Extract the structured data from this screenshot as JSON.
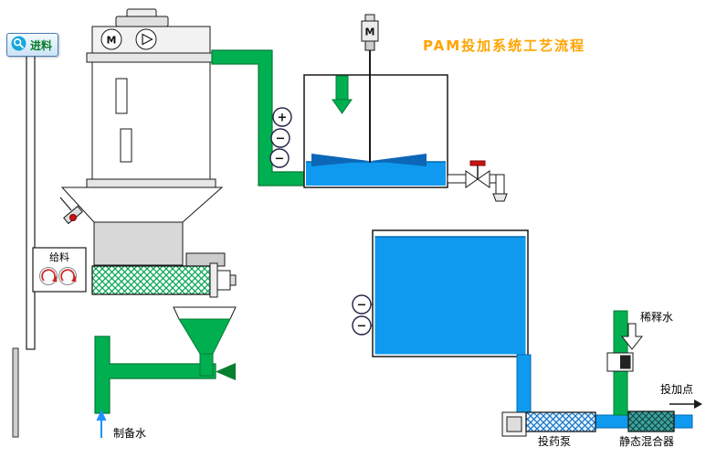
{
  "title": "PAM投加系统工艺流程",
  "feed_button": {
    "label": "进料"
  },
  "labels": {
    "feeder_panel": "给料",
    "prep_water": "制备水",
    "dilution_water": "稀释水",
    "dosing_point": "投加点",
    "dosing_pump": "投药泵",
    "static_mixer": "静态混合器"
  },
  "symbols": {
    "motor": "M",
    "mix_gauges": [
      "+",
      "−",
      "−"
    ],
    "storage_gauges": [
      "−",
      "−"
    ]
  },
  "colors": {
    "pipe_green": "#00B050",
    "pipe_green_dark": "#067A36",
    "water_blue": "#0F9AF0",
    "water_blue_dark": "#0568B0",
    "title_orange": "#FFA400",
    "mixer_teal": "#3AA6A0",
    "valve_red": "#CC1111",
    "feed_icon_cyan": "#18A7DC",
    "feed_text_green": "#0A7D28"
  }
}
